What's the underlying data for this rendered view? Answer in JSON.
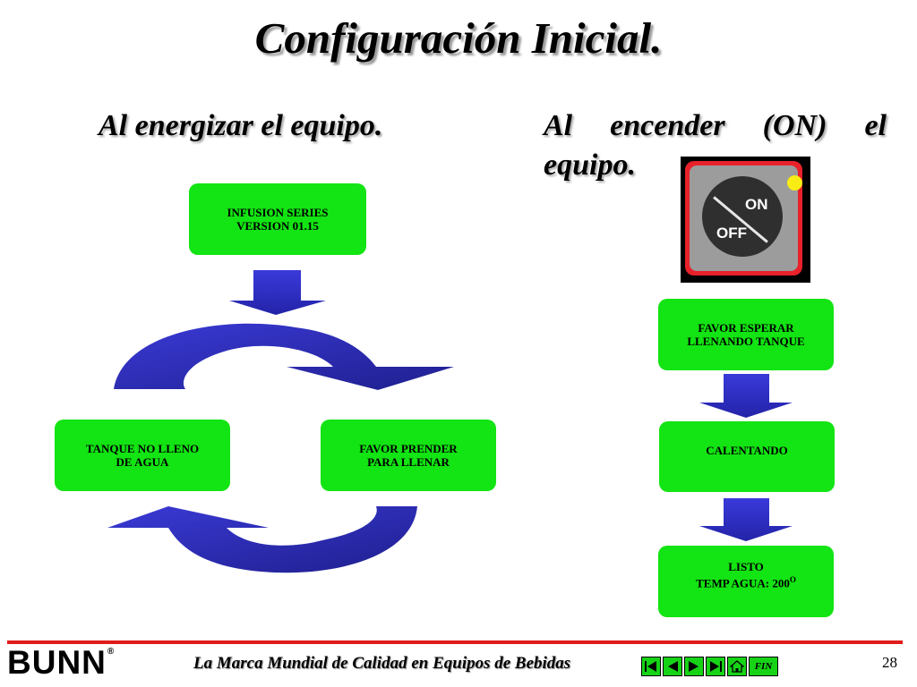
{
  "slide": {
    "title": "Configuración Inicial.",
    "left_heading": "Al energizar el equipo.",
    "right_heading_words": [
      "Al",
      "encender",
      "(ON)",
      "el"
    ],
    "right_heading_line2": "equipo.",
    "page_number": "28"
  },
  "left_flow": {
    "version_box": "INFUSION SERIES\nVERSION  01.15",
    "left_box": "TANQUE NO LLENO\nDE AGUA",
    "right_box": "FAVOR PRENDER\nPARA LLENAR"
  },
  "right_flow": {
    "box1": "FAVOR ESPERAR\nLLENANDO TANQUE",
    "box2": "CALENTANDO",
    "box3_line1": "LISTO",
    "box3_line2": "TEMP AGUA:  200",
    "box3_degree": "O"
  },
  "switch": {
    "on_label": "ON",
    "off_label": "OFF",
    "led_color": "#f8ec14"
  },
  "footer": {
    "logo": "BUNN",
    "logo_mark": "®",
    "tagline": "La Marca Mundial de Calidad en Equipos de Bebidas",
    "fin_label": "FIN"
  },
  "colors": {
    "box_green": "#13e413",
    "arrow_blue": "#2d2ec8",
    "footer_red": "#e21b1b"
  }
}
